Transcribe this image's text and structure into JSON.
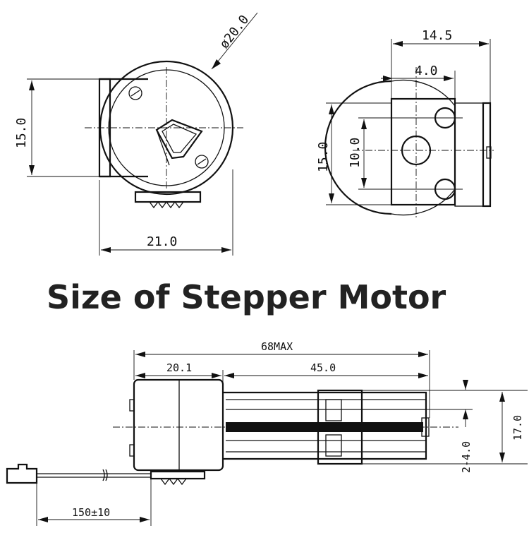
{
  "title": "Size of Stepper Motor",
  "front_view": {
    "diameter_label": "ø20.0",
    "height_label": "15.0",
    "width_label": "21.0"
  },
  "side_view": {
    "width_label": "14.5",
    "inner_offset_label": "4.0",
    "height_label": "15.0",
    "hole_spacing_label": "10.0"
  },
  "top_view": {
    "overall_length_label": "68MAX",
    "motor_length_label": "20.1",
    "rail_length_label": "45.0",
    "height_label": "17.0",
    "hole_label": "2-4.0",
    "lead_length_label": "150±10"
  },
  "colors": {
    "ink": "#111111",
    "background": "#ffffff"
  }
}
